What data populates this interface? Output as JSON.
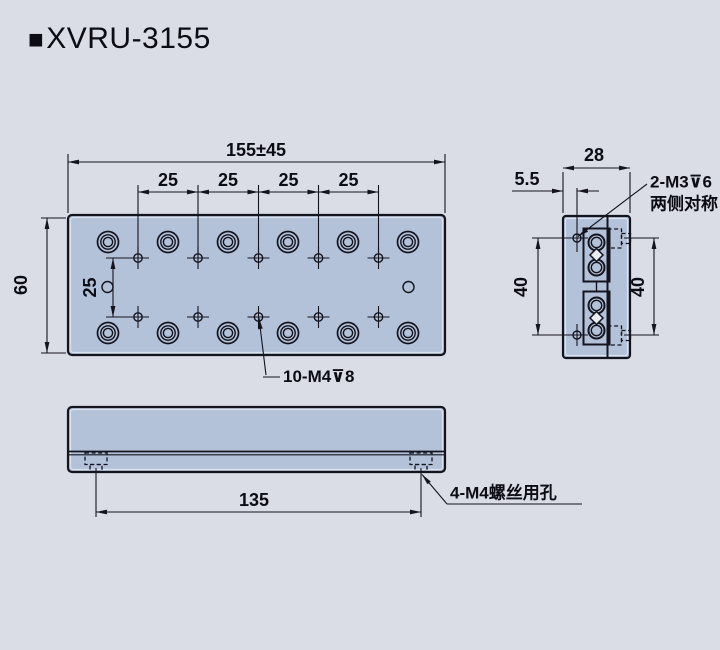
{
  "title": {
    "bullet": "■",
    "text": "XVRU-3155"
  },
  "colors": {
    "background": "#dadce6",
    "plate": "#b3c2d9",
    "outline": "#14141f",
    "ink": "#0c0c14",
    "highlight": "#e9ecf3"
  },
  "top_view": {
    "dim_width_total": "155±45",
    "dim_pitch": [
      "25",
      "25",
      "25",
      "25"
    ],
    "dim_height_total": "60",
    "dim_row_spacing": "25",
    "callout_tapped_holes": "10-M4⊽8"
  },
  "side_view": {
    "dim_depth": "28",
    "dim_edge_offset": "5.5",
    "dim_hole_spacing_left": "40",
    "dim_hole_spacing_right": "40",
    "callout_line1": "2-M3⊽6",
    "callout_line2": "两侧对称"
  },
  "front_view": {
    "dim_mount_span": "135",
    "callout_screw_holes": "4-M4螺丝用孔"
  }
}
